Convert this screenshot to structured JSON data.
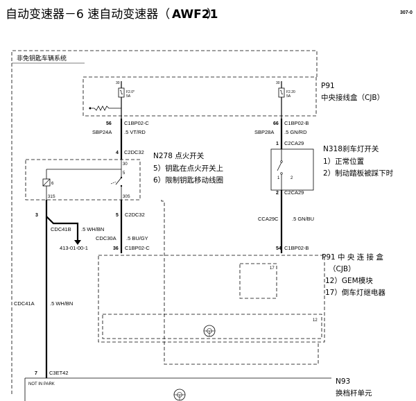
{
  "header": {
    "title_prefix": "自动变速器－6 速自动变速器（",
    "title_code": "AWF21",
    "title_suffix": "）",
    "page_ref": "307-0"
  },
  "system_label": "非免钥匙车辆系统",
  "cjb_top": {
    "id": "P91",
    "name": "中央接线盒（CJB）",
    "fuse_left": {
      "pin": "30",
      "name": "F2.0*",
      "rating": "5A"
    },
    "fuse_right": {
      "pin": "30",
      "name": "F2.20",
      "rating": "5A"
    }
  },
  "wires": {
    "left_top": {
      "pin": "56",
      "connector": "C1BP02-C",
      "circuit": "SBP24A",
      "color": ".5 VT/RD"
    },
    "right_top": {
      "pin": "66",
      "connector": "C1BP02-B",
      "circuit": "SBP28A",
      "color": ".5 GN/RD"
    },
    "ignition_in": {
      "pin": "4",
      "connector": "C2DC32"
    },
    "brake_in": {
      "pin": "1",
      "connector": "C2CA29"
    },
    "brake_out": {
      "pin": "2",
      "connector": "C2CA29"
    },
    "ign_out_3": {
      "pin": "3"
    },
    "ign_out_5": {
      "pin": "5",
      "connector": "C2DC32"
    },
    "cdc41b": {
      "circuit": "CDC41B",
      "color": ".5 WH/BN",
      "ref": "413-01-00-1"
    },
    "cdc30a": {
      "circuit": "CDC30A",
      "color": ".5 BU/GY"
    },
    "cca29c": {
      "circuit": "CCA29C",
      "color": ".5 GN/BU"
    },
    "cjb_left_in": {
      "pin": "36",
      "connector": "C1BP02-C"
    },
    "cjb_right_in": {
      "pin": "54",
      "connector": "C1BP02-B"
    },
    "cdc41a": {
      "circuit": "CDC41A",
      "color": ".5 WH/BN"
    },
    "n93_in": {
      "pin": "7",
      "connector": "C3ET42"
    }
  },
  "ignition_switch": {
    "id": "N278 点火开关",
    "note5": "5）钥匙在点火开关上",
    "note6": "6）限制钥匙移动线圈",
    "pin30": "30",
    "pin5": "5",
    "pin6": "6",
    "pin31s": "31S",
    "pin30s": "30S"
  },
  "brake_switch": {
    "id": "N318刹车灯开关",
    "note1": "1）正常位置",
    "note2": "2）制动踏板被踩下时",
    "pos1": "1",
    "pos2": "2"
  },
  "cjb_bottom": {
    "id": "P91  中 央 连 接 盒",
    "sub": "（CJB）",
    "note12": "12）GEM模块",
    "note17": "17）倒车灯继电器",
    "box17": "17",
    "box12": "12"
  },
  "n93": {
    "id": "N93",
    "name": "换档杆单元",
    "status": "NOT IN PARK"
  }
}
